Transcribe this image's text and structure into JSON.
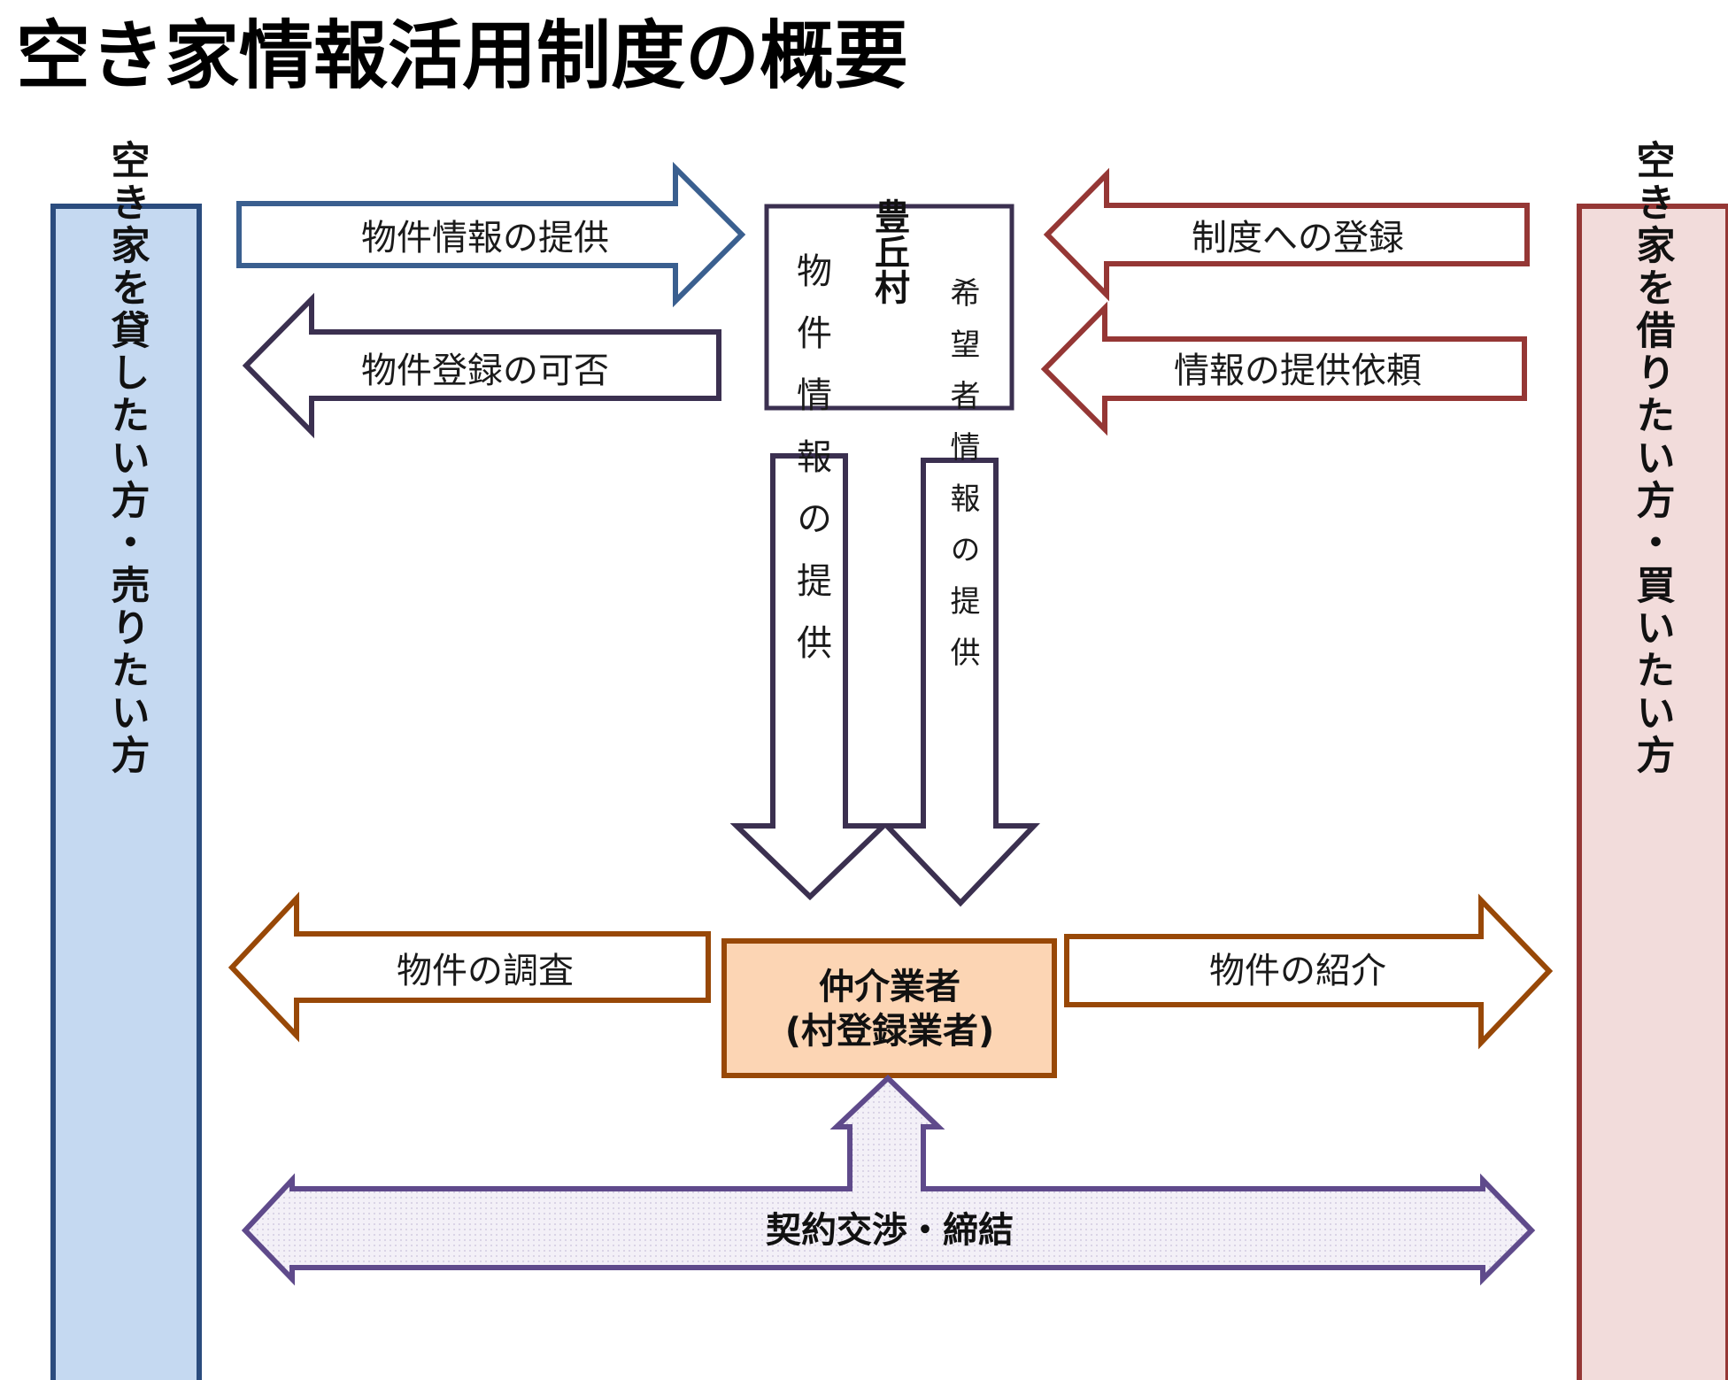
{
  "title": "空き家情報活用制度の概要",
  "left_panel": {
    "label": "空き家を貸したい方・売りたい方",
    "fill": "#c5d9f1",
    "stroke": "#2b4c7e"
  },
  "right_panel": {
    "label": "空き家を借りたい方・買いたい方",
    "fill": "#f2dcdb",
    "stroke": "#953735"
  },
  "center_box": {
    "label": "豊丘村",
    "stroke": "#3b3050"
  },
  "broker_box": {
    "line1": "仲介業者",
    "line2": "(村登録業者)",
    "fill": "#fcd5b4",
    "stroke": "#984807"
  },
  "arrows": {
    "left_property_info": "物件情報の提供",
    "left_registration_result": "物件登録の可否",
    "right_system_registration": "制度への登録",
    "right_info_request": "情報の提供依頼",
    "down_property_info": "物件情報の提供",
    "down_applicant_info": "希望者情報の提供",
    "left_property_survey": "物件の調査",
    "right_property_intro": "物件の紹介",
    "bottom_contract": "契約交渉・締結"
  },
  "colors": {
    "blue": "#3a5f8f",
    "red": "#953735",
    "purple": "#3b3050",
    "orange": "#984807",
    "violet": "#5f4a8b",
    "violet_fill": "#eeebf4"
  }
}
